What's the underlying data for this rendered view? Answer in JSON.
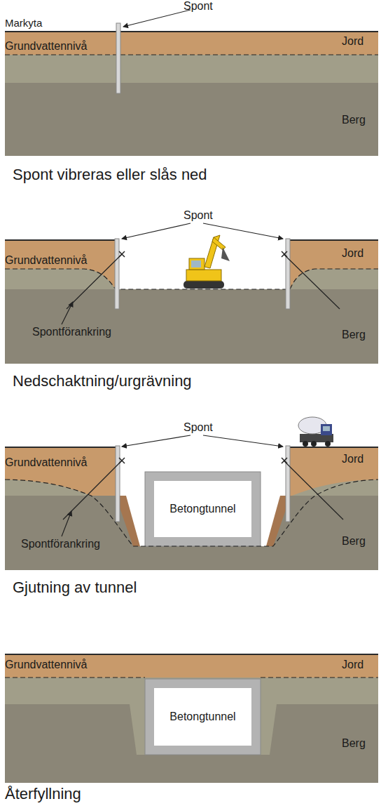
{
  "diagram": {
    "nodes": [
      {
        "text": [
          "Betongtunnel"
        ]
      },
      {
        "text": [
          "Betongtunnel"
        ]
      }
    ],
    "labels": [
      "Spont",
      "Markyta",
      "Jord",
      "Grundvattennivå",
      "Berg",
      "Spont vibreras eller slås ned",
      "Spont",
      "Jord",
      "Grundvattennivå",
      "Spontförankring",
      "Berg",
      "Nedschaktning/urgrävning",
      "Spont",
      "Jord",
      "Grundvattennivå",
      "Spontförankring",
      "Berg",
      "Gjutning av tunnel",
      "Grundvattennivå",
      "Jord",
      "Berg",
      "Återfyllning"
    ]
  }
}
